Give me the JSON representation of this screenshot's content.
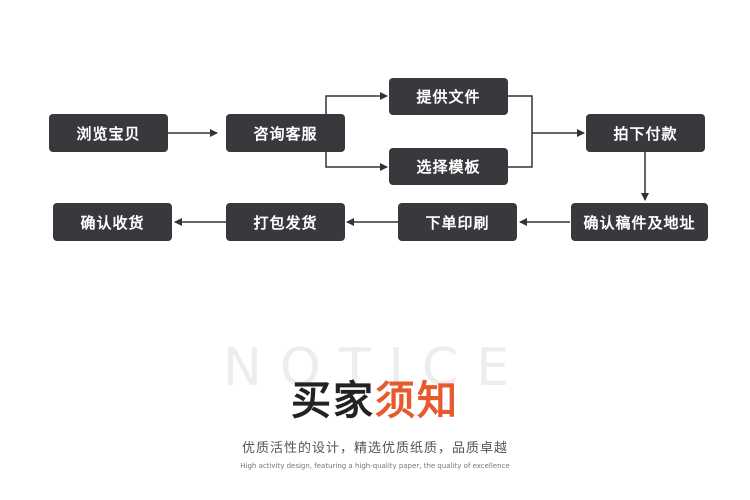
{
  "flow": {
    "steps": {
      "browse": "浏览宝贝",
      "consult": "咨询客服",
      "provide_file": "提供文件",
      "choose_template": "选择模板",
      "place_order": "拍下付款",
      "confirm_draft": "确认稿件及地址",
      "print_order": "下单印刷",
      "pack_ship": "打包发货",
      "confirm_receipt": "确认收货"
    },
    "colors": {
      "box": "#3a383d",
      "arrow": "#333333"
    }
  },
  "notice": {
    "bg_text": "NOTICE",
    "title_part1": "买家",
    "title_part2": "须知",
    "subtitle": "优质活性的设计，精选优质纸质，品质卓越",
    "subtitle_en": "High activity design, featuring a high-quality paper, the quality of excellence"
  },
  "colors": {
    "accent": "#e65a2e",
    "dark": "#222222"
  }
}
